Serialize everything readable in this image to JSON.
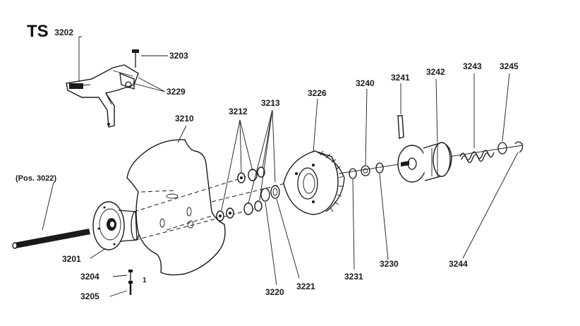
{
  "title": "TS",
  "ref_label": "(Pos. 3022)",
  "part_numbers": {
    "p3201": "3201",
    "p3202": "3202",
    "p3203": "3203",
    "p3204": "3204",
    "p3205": "3205",
    "p3210": "3210",
    "p3212": "3212",
    "p3213": "3213",
    "p3220": "3220",
    "p3221": "3221",
    "p3226": "3226",
    "p3229": "3229",
    "p3230": "3230",
    "p3231": "3231",
    "p3240": "3240",
    "p3241": "3241",
    "p3242": "3242",
    "p3243": "3243",
    "p3244": "3244",
    "p3245": "3245"
  },
  "mark_1": "1"
}
